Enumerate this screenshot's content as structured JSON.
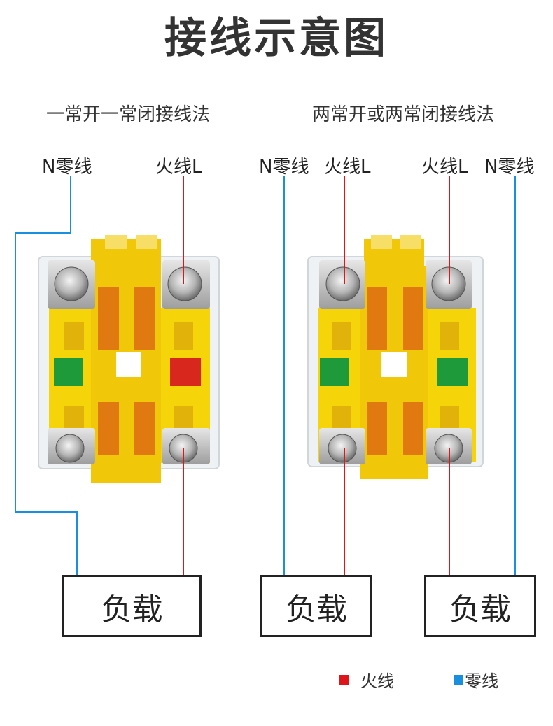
{
  "title": "接线示意图",
  "left_diagram": {
    "subtitle": "一常开一常闭接线法",
    "neutral_label": "N零线",
    "live_label": "火线L",
    "load_label": "负载"
  },
  "right_diagram": {
    "subtitle": "两常开或两常闭接线法",
    "labels": [
      "N零线",
      "火线L",
      "火线L",
      "N零线"
    ],
    "load_labels": [
      "负载",
      "负载"
    ]
  },
  "legend": {
    "live": "火线",
    "neutral": "零线",
    "live_color": "#e0141b",
    "neutral_color": "#1a8fe0"
  },
  "colors": {
    "housing_yellow": "#f5d50a",
    "screw_silver": "#b9b9b9",
    "no_indicator_green": "#1f9a3a",
    "nc_indicator_red": "#d8281d",
    "transparent_case": "#eef2f4"
  }
}
